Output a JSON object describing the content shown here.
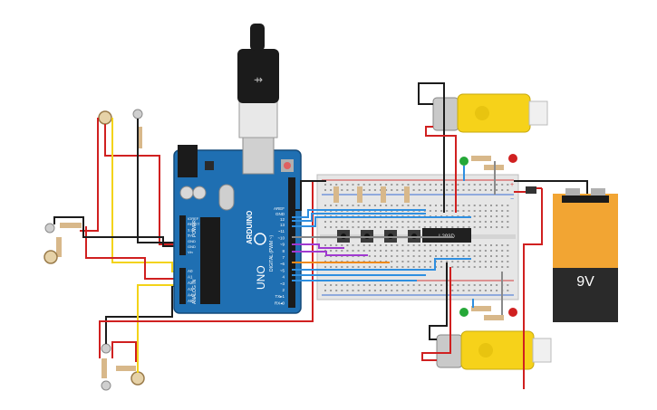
{
  "arduino": {
    "brand": "ARDUINO",
    "model": "UNO",
    "label_aref": "AREF",
    "label_gnd": "GND",
    "pins_digital": [
      "13",
      "~11",
      "~10",
      "~9",
      "8",
      "7",
      "~6",
      "~5",
      "4",
      "~3",
      "2",
      "TX▸1",
      "RX◂0"
    ],
    "pin_12": "12",
    "label_digital": "DIGITAL (PWM ~)",
    "label_power": "POWER",
    "label_analog": "ANALOG IN",
    "power_pins": [
      "IOREF",
      "RESET",
      "3.3V",
      "5V",
      "GND",
      "GND",
      "Vin"
    ],
    "analog_pins": [
      "A0",
      "A1",
      "A2",
      "A3",
      "A4",
      "A5"
    ],
    "usb_icon": "usb-plug-icon",
    "colors": {
      "board": "#1f6fb2",
      "header": "#1b1b1b",
      "chip": "#1a1a1a"
    }
  },
  "breadboard": {
    "ic_label": "L293D",
    "rail_plus": "+",
    "rail_minus": "−",
    "colors": {
      "body": "#e6e6e6",
      "rail_red": "#d43c3c",
      "rail_blue": "#3b6fd4"
    }
  },
  "battery": {
    "label": "9V",
    "colors": {
      "top": "#f2a533",
      "body": "#2a2a2a",
      "terminal": "#b0b0b0"
    }
  },
  "motors": {
    "count": 2,
    "colors": {
      "gearbox": "#f6d21a",
      "can": "#c9c9c9"
    }
  },
  "wire_colors": {
    "red": "#d02020",
    "black": "#1c1c1c",
    "yellow": "#f3d318",
    "blue": "#2f8fe0",
    "orange": "#ee8a1c",
    "purple": "#a03ad0",
    "gray": "#8a8a8a",
    "green": "#25a838"
  }
}
